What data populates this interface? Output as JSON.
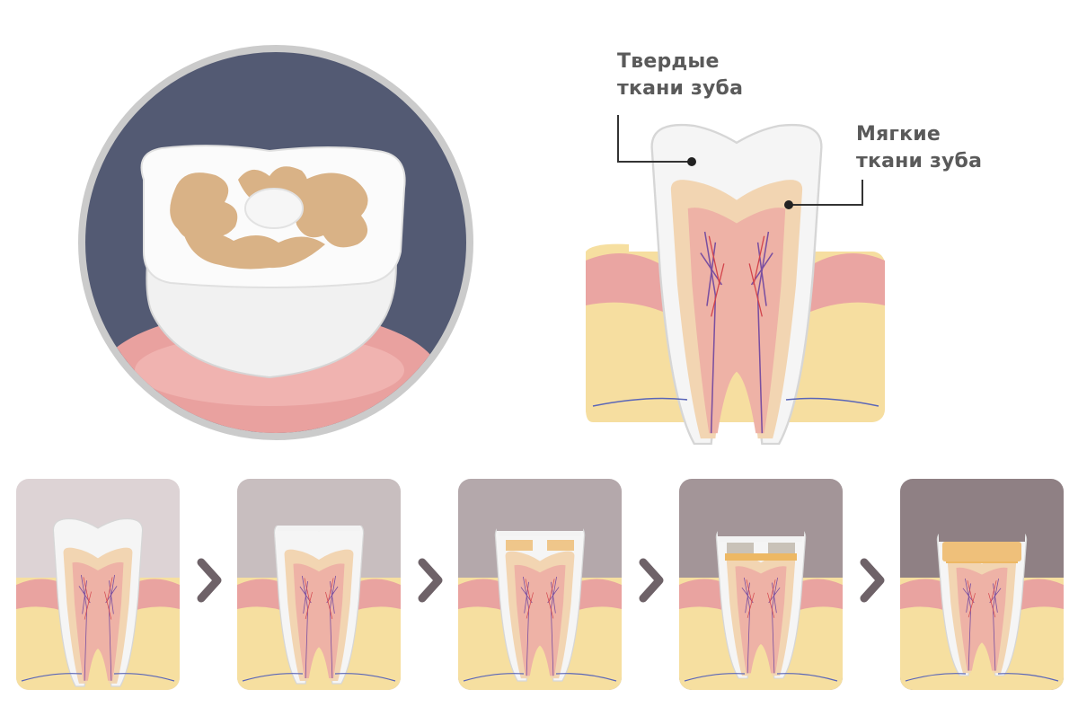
{
  "labels": {
    "hard_tissue": [
      "Твердые",
      "ткани зуба"
    ],
    "soft_tissue": [
      "Мягкие",
      "ткани зуба"
    ]
  },
  "colors": {
    "circle_bg": "#535a73",
    "circle_ring": "#c9c9c9",
    "gum": "#e9a3a0",
    "bone": "#f6dfa0",
    "enamel": "#f4f4f4",
    "dentin": "#f4d8b8",
    "pulp": "#f0b6ab",
    "stain": "#d7b083",
    "arrow": "#6e6268"
  },
  "stages": [
    {
      "bg": "#ddd3d5"
    },
    {
      "bg": "#c8bebf"
    },
    {
      "bg": "#b4a8ab"
    },
    {
      "bg": "#a39598"
    },
    {
      "bg": "#8f8084"
    }
  ]
}
